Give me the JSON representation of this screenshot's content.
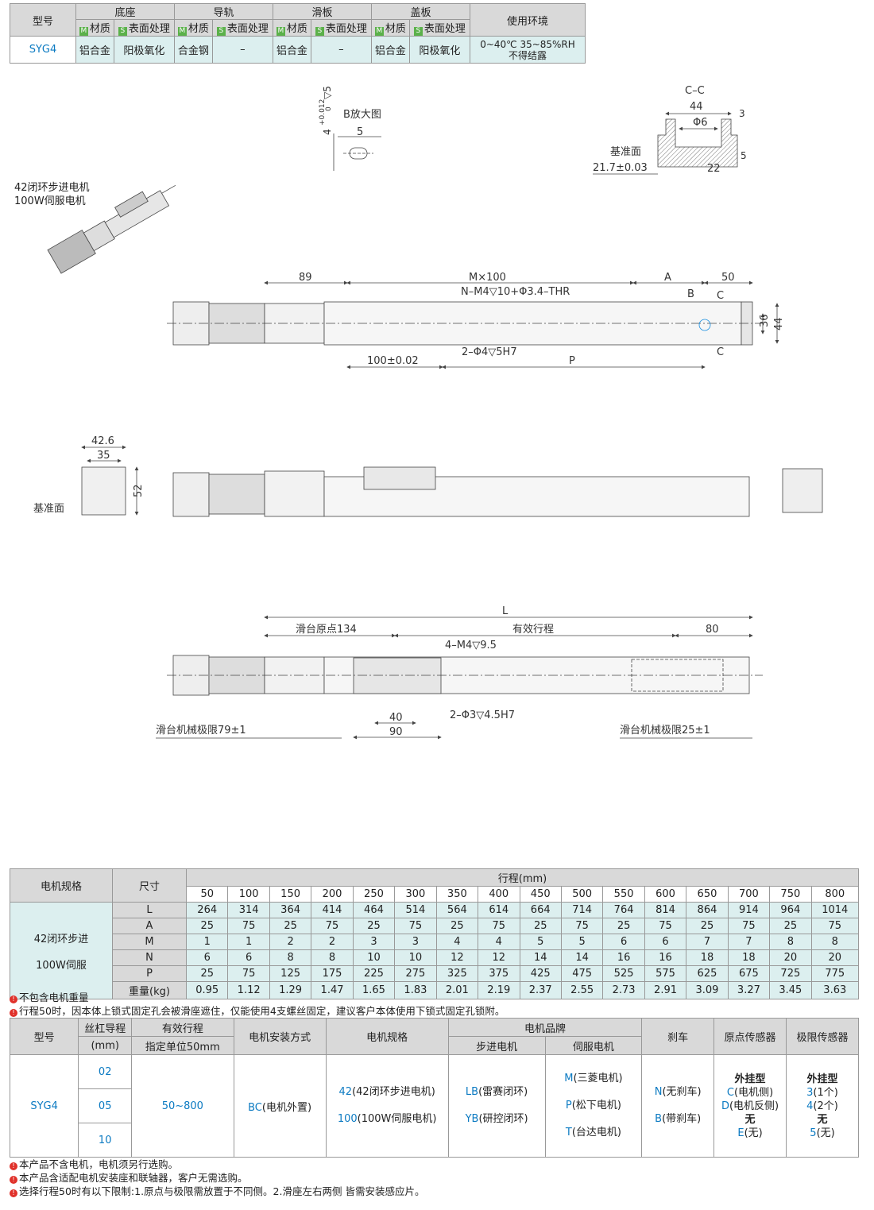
{
  "spec": {
    "headers": [
      "型号",
      "底座",
      "导轨",
      "滑板",
      "盖板",
      "使用环境"
    ],
    "sub_material": "材质",
    "sub_surface": "表面处理",
    "mk_m": "M",
    "mk_s": "S",
    "model": "SYG4",
    "cells": [
      "铝合金",
      "阳极氧化",
      "合金钢",
      "–",
      "铝合金",
      "–",
      "铝合金",
      "阳极氧化"
    ],
    "env1": "0~40℃  35~85%RH",
    "env2": "不得结露"
  },
  "motor_label": [
    "42闭环步进电机",
    "100W伺服电机"
  ],
  "drawing": {
    "b_view": {
      "title": "B放大图",
      "dim_w": "5",
      "dim_h": "4",
      "tol": "+0.012",
      "tol0": "0",
      "depth": "▽5"
    },
    "cc": {
      "title": "C–C",
      "d44": "44",
      "phi6": "Φ6",
      "d3": "3",
      "d5": "5",
      "d22": "22",
      "ref": "基准面",
      "d217": "21.7±0.03"
    },
    "top": {
      "d89": "89",
      "m100": "M×100",
      "a": "A",
      "d50": "50",
      "nm4": "N–M4▽10+Φ3.4–THR",
      "b": "B",
      "c1": "C",
      "c2": "C",
      "d36": "36",
      "d44": "44",
      "d100": "100±0.02",
      "phi4": "2–Φ4▽5H7",
      "p": "P"
    },
    "side": {
      "d426": "42.6",
      "d35": "35",
      "d52": "52",
      "ref": "基准面"
    },
    "bottom": {
      "l": "L",
      "origin": "滑台原点134",
      "stroke": "有效行程",
      "d80": "80",
      "m4": "4–M4▽9.5",
      "d40": "40",
      "d90": "90",
      "phi3": "2–Φ3▽4.5H7",
      "lim1": "滑台机械极限79±1",
      "lim2": "滑台机械极限25±1"
    }
  },
  "stroke_table": {
    "h_motor": "电机规格",
    "h_dim": "尺寸",
    "h_stroke": "行程(mm)",
    "strokes": [
      "50",
      "100",
      "150",
      "200",
      "250",
      "300",
      "350",
      "400",
      "450",
      "500",
      "550",
      "600",
      "650",
      "700",
      "750",
      "800"
    ],
    "motor1": "42闭环步进",
    "motor2": "100W伺服",
    "rows": [
      {
        "name": "L",
        "vals": [
          "264",
          "314",
          "364",
          "414",
          "464",
          "514",
          "564",
          "614",
          "664",
          "714",
          "764",
          "814",
          "864",
          "914",
          "964",
          "1014"
        ]
      },
      {
        "name": "A",
        "vals": [
          "25",
          "75",
          "25",
          "75",
          "25",
          "75",
          "25",
          "75",
          "25",
          "75",
          "25",
          "75",
          "25",
          "75",
          "25",
          "75"
        ]
      },
      {
        "name": "M",
        "vals": [
          "1",
          "1",
          "2",
          "2",
          "3",
          "3",
          "4",
          "4",
          "5",
          "5",
          "6",
          "6",
          "7",
          "7",
          "8",
          "8"
        ]
      },
      {
        "name": "N",
        "vals": [
          "6",
          "6",
          "8",
          "8",
          "10",
          "10",
          "12",
          "12",
          "14",
          "14",
          "16",
          "16",
          "18",
          "18",
          "20",
          "20"
        ]
      },
      {
        "name": "P",
        "vals": [
          "25",
          "75",
          "125",
          "175",
          "225",
          "275",
          "325",
          "375",
          "425",
          "475",
          "525",
          "575",
          "625",
          "675",
          "725",
          "775"
        ]
      },
      {
        "name": "重量(kg)",
        "vals": [
          "0.95",
          "1.12",
          "1.29",
          "1.47",
          "1.65",
          "1.83",
          "2.01",
          "2.19",
          "2.37",
          "2.55",
          "2.73",
          "2.91",
          "3.09",
          "3.27",
          "3.45",
          "3.63"
        ]
      }
    ]
  },
  "notes1": [
    "不包含电机重量",
    "行程50时，因本体上锁式固定孔会被滑座遮住，仅能使用4支螺丝固定，建议客户本体使用下锁式固定孔锁附。"
  ],
  "order": {
    "h": [
      "型号",
      "丝杠导程",
      "(mm)",
      "有效行程",
      "指定单位50mm",
      "电机安装方式",
      "电机规格",
      "电机品牌",
      "步进电机",
      "伺服电机",
      "刹车",
      "原点传感器",
      "极限传感器"
    ],
    "model": "SYG4",
    "leads": [
      "02",
      "05",
      "10"
    ],
    "stroke": "50~800",
    "mount_code": "BC",
    "mount_text": "(电机外置)",
    "spec1_code": "42",
    "spec1_text": "(42闭环步进电机)",
    "spec2_code": "100",
    "spec2_text": "(100W伺服电机)",
    "step1_code": "LB",
    "step1_text": "(雷赛闭环)",
    "step2_code": "YB",
    "step2_text": "(研控闭环)",
    "servo1_code": "M",
    "servo1_text": "(三菱电机)",
    "servo2_code": "P",
    "servo2_text": "(松下电机)",
    "servo3_code": "T",
    "servo3_text": "(台达电机)",
    "brake1_code": "N",
    "brake1_text": "(无刹车)",
    "brake2_code": "B",
    "brake2_text": "(带刹车)",
    "origin_title": "外挂型",
    "origin1_code": "C",
    "origin1_text": "(电机侧)",
    "origin2_code": "D",
    "origin2_text": "(电机反侧)",
    "origin_none": "无",
    "origin3_code": "E",
    "origin3_text": "(无)",
    "limit_title": "外挂型",
    "limit1_code": "3",
    "limit1_text": "(1个)",
    "limit2_code": "4",
    "limit2_text": "(2个)",
    "limit_none": "无",
    "limit3_code": "5",
    "limit3_text": "(无)"
  },
  "notes2": [
    "本产品不含电机，电机须另行选购。",
    "本产品含适配电机安装座和联轴器，客户无需选购。",
    "选择行程50时有以下限制:1.原点与极限需放置于不同侧。2.滑座左右两侧 皆需安装感应片。"
  ]
}
